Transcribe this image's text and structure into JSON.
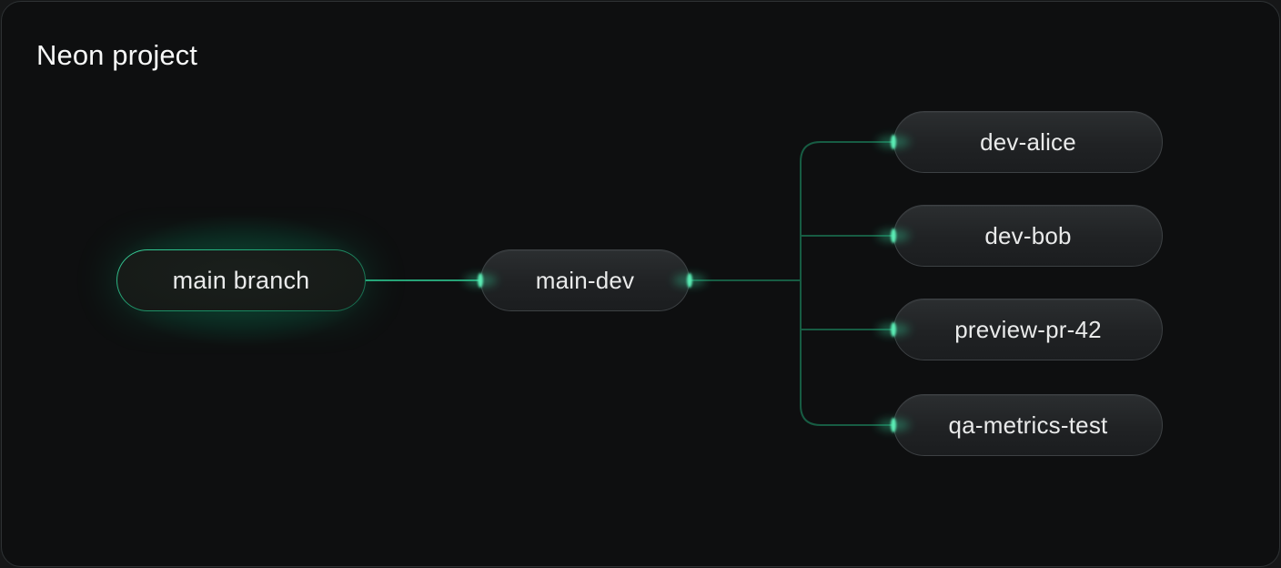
{
  "title": "Neon project",
  "colors": {
    "accent": "#00e599",
    "line": "#175c43",
    "line_bright": "#27a377",
    "glow": "#53e6b0",
    "card_bg": "#0e0f10",
    "card_border": "#2e3234",
    "page_bg": "#161718",
    "node_border": "#3d4144",
    "node_text": "#e9eaea",
    "root_border_bright": "#3ad29c",
    "root_border_dim": "#16654a",
    "title_color": "#f7f8f8"
  },
  "tree": {
    "root": {
      "label": "main branch"
    },
    "primary": {
      "label": "main-dev"
    },
    "branches": [
      {
        "label": "dev-alice"
      },
      {
        "label": "dev-bob"
      },
      {
        "label": "preview-pr-42"
      },
      {
        "label": "qa-metrics-test"
      }
    ]
  }
}
